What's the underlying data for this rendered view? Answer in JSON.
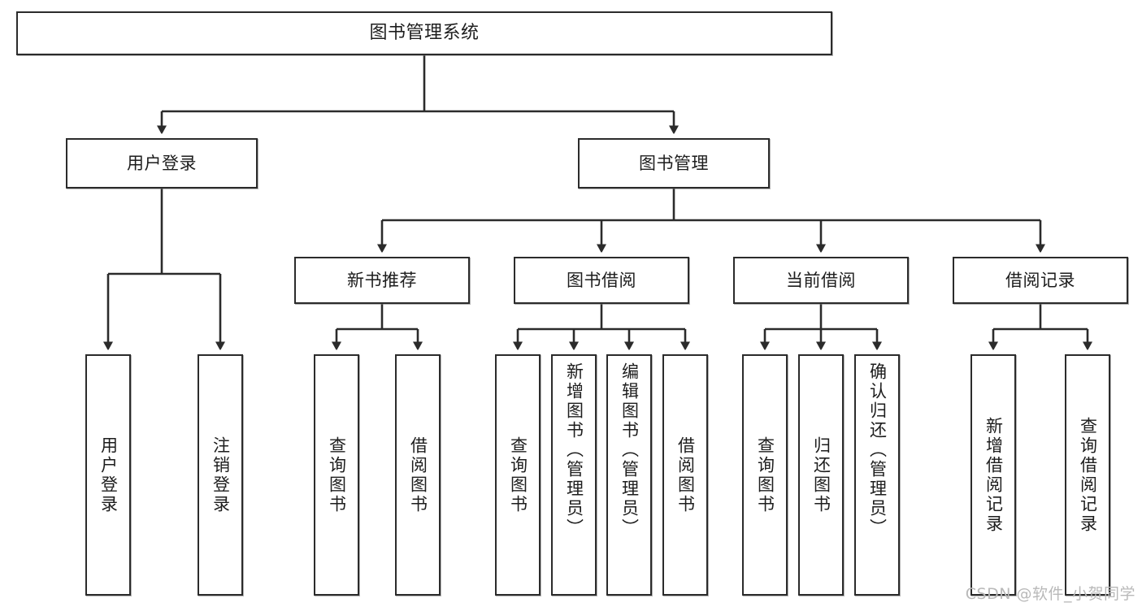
{
  "diagram": {
    "title": "图书管理系统",
    "type": "tree-hierarchy-chart",
    "orientation": "top-down",
    "colors": {
      "box_border": "#2b2b2b",
      "box_fill": "#ffffff",
      "edge": "#2b2b2b",
      "text": "#1d1d1d",
      "watermark": "#b9b9b9",
      "canvas": "#ffffff"
    }
  },
  "watermark": {
    "text": "CSDN @软件_小贺同学"
  },
  "nodes": {
    "root": {
      "label": "图书管理系统"
    },
    "level2": [
      {
        "id": "user-login",
        "label": "用户登录"
      },
      {
        "id": "book-management",
        "label": "图书管理"
      }
    ],
    "level3": [
      {
        "id": "new-book-recommend",
        "label": "新书推荐"
      },
      {
        "id": "book-borrow",
        "label": "图书借阅"
      },
      {
        "id": "current-borrow",
        "label": "当前借阅"
      },
      {
        "id": "borrow-record",
        "label": "借阅记录"
      }
    ],
    "leaves": {
      "user_login": [
        {
          "id": "leaf-user-login",
          "label": "用户登录"
        },
        {
          "id": "leaf-user-logout",
          "label": "注销登录"
        }
      ],
      "new_book_recommend": [
        {
          "id": "leaf-query-book-1",
          "label": "查询图书"
        },
        {
          "id": "leaf-borrow-book-1",
          "label": "借阅图书"
        }
      ],
      "book_borrow": [
        {
          "id": "leaf-query-book-2",
          "label": "查询图书"
        },
        {
          "id": "leaf-add-book",
          "label": "新增图书（管理员）"
        },
        {
          "id": "leaf-edit-book",
          "label": "编辑图书（管理员）"
        },
        {
          "id": "leaf-borrow-book-2",
          "label": "借阅图书"
        }
      ],
      "current_borrow": [
        {
          "id": "leaf-query-book-3",
          "label": "查询图书"
        },
        {
          "id": "leaf-return-book",
          "label": "归还图书"
        },
        {
          "id": "leaf-confirm-return",
          "label": "确认归还（管理员）"
        }
      ],
      "borrow_record": [
        {
          "id": "leaf-add-record",
          "label": "新增借阅记录"
        },
        {
          "id": "leaf-query-record",
          "label": "查询借阅记录"
        }
      ]
    }
  }
}
